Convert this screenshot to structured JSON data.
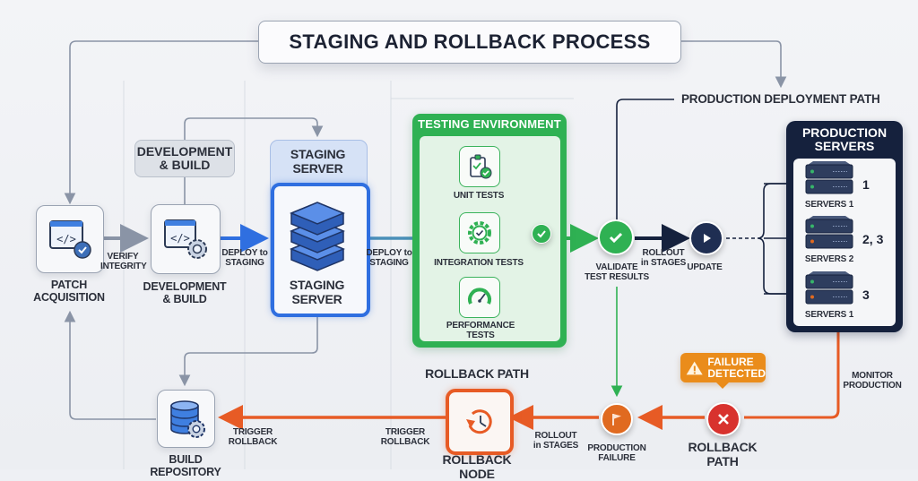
{
  "title": "STAGING AND ROLLBACK PROCESS",
  "production_path_label": "PRODUCTION DEPLOYMENT PATH",
  "nodes": {
    "patch_acquisition": {
      "label": "PATCH\nACQUISITION",
      "line1": "PATCH",
      "line2": "ACQUISITION",
      "icon": "code-window-check-icon"
    },
    "development_build": {
      "header_line1": "DEVELOPMENT",
      "header_line2": "& BUILD",
      "line1": "DEVELOPMENT",
      "line2": "& BUILD",
      "icon": "code-window-gear-icon"
    },
    "staging_server": {
      "header_line1": "STAGING",
      "header_line2": "SERVER",
      "line1": "STAGING",
      "line2": "SERVER",
      "icon": "server-stack-icon"
    },
    "testing_environment": {
      "title": "TESTING ENVIRONMENT",
      "tests": [
        {
          "line1": "UNIT TESTS",
          "line2": "",
          "icon": "clipboard-check-icon"
        },
        {
          "line1": "INTEGRATION TESTS",
          "line2": "",
          "icon": "gear-check-icon"
        },
        {
          "line1": "PERFORMANCE",
          "line2": "TESTS",
          "icon": "gauge-icon"
        }
      ]
    },
    "validate": {
      "line1": "VALIDATE",
      "line2": "TEST RESULTS",
      "icon": "check-icon"
    },
    "update": {
      "line1": "UPDATE",
      "icon": "play-icon"
    },
    "production_servers": {
      "title_line1": "PRODUCTION",
      "title_line2": "SERVERS",
      "servers": [
        {
          "label": "SERVERS 1",
          "stage": "1"
        },
        {
          "label": "SERVERS 2",
          "stage": "2, 3"
        },
        {
          "label": "SERVERS 1",
          "stage": "3"
        }
      ]
    },
    "build_repository": {
      "line1": "BUILD",
      "line2": "REPOSITORY",
      "icon": "database-gear-icon"
    },
    "rollback_node": {
      "label": "ROLLBACK NODE",
      "icon": "history-icon"
    },
    "production_failure": {
      "line1": "PRODUCTION",
      "line2": "FAILURE",
      "icon": "flag-icon"
    },
    "rollback_path_node": {
      "line1": "ROLLBACK",
      "line2": "PATH",
      "icon": "x-icon"
    }
  },
  "edges": {
    "verify_integrity": {
      "line1": "VERIFY",
      "line2": "INTEGRITY"
    },
    "deploy_to_staging_1": {
      "line1": "DEPLOY to",
      "line2": "STAGING"
    },
    "deploy_to_staging_2": {
      "line1": "DEPLOY to",
      "line2": "STAGING"
    },
    "rollout_in_stages_top": {
      "line1": "ROLLOUT",
      "line2": "in STAGES"
    },
    "monitor_production": {
      "line1": "MONITOR",
      "line2": "PRODUCTION"
    },
    "rollout_in_stages_bottom": {
      "line1": "ROLLOUT",
      "line2": "in STAGES"
    },
    "trigger_rollback_1": {
      "line1": "TRIGGER",
      "line2": "ROLLBACK"
    },
    "trigger_rollback_2": {
      "line1": "TRIGGER",
      "line2": "ROLLBACK"
    }
  },
  "rollback_path_title": "ROLLBACK PATH",
  "failure_badge": {
    "line1": "FAILURE",
    "line2": "DETECTED",
    "icon": "warning-icon"
  },
  "colors": {
    "primary_blue": "#2f6fe0",
    "testing_green": "#2fb153",
    "production_navy": "#15213d",
    "rollback_orange": "#e75b25",
    "warning_amber": "#ea8c1b",
    "error_red": "#d8322e",
    "connector_gray": "#8a94a6"
  }
}
